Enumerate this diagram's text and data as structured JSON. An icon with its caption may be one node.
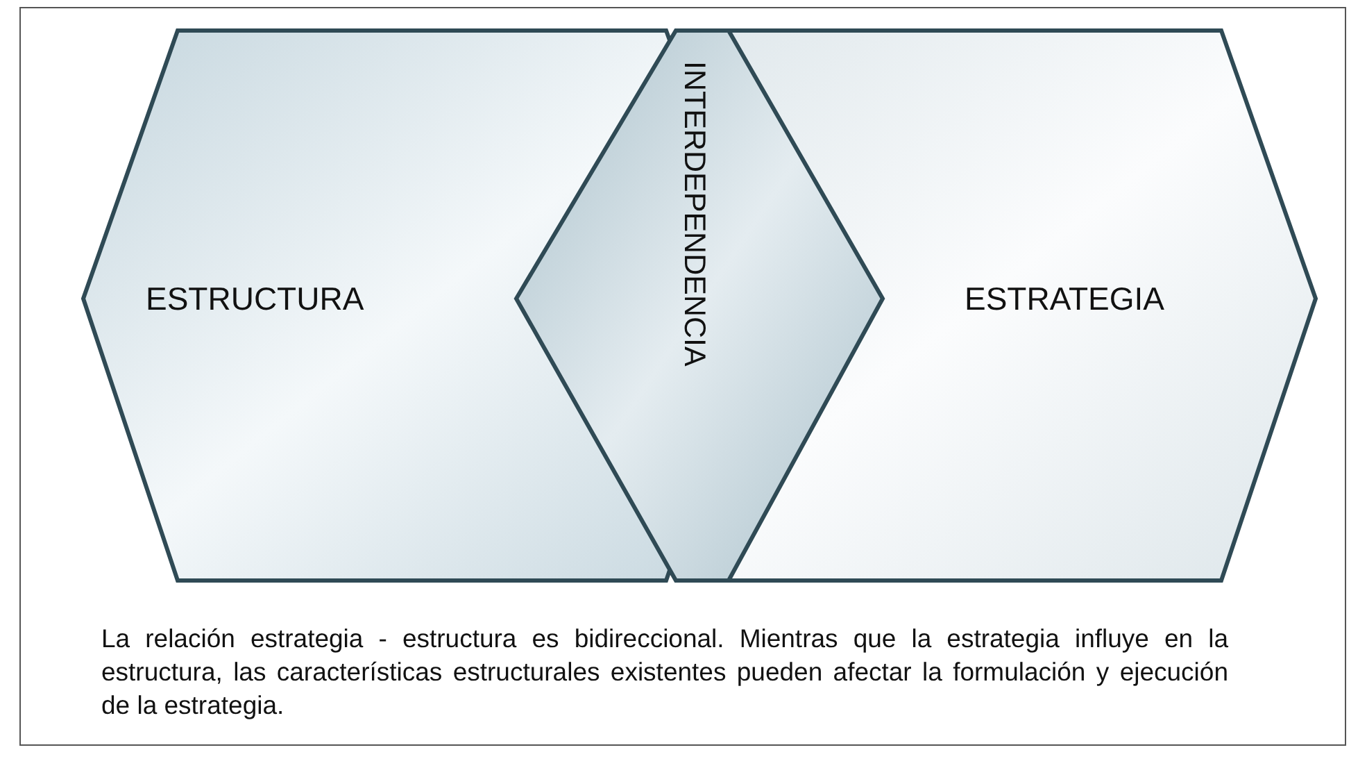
{
  "diagram": {
    "nodes": [
      {
        "text": [
          "ESTRUCTURA"
        ]
      },
      {
        "text": [
          "INTERDEPENDENCIA"
        ]
      },
      {
        "text": [
          "ESTRATEGIA"
        ]
      }
    ],
    "caption": "La relación estrategia - estructura es bidireccional. Mientras que la estrategia influye en la estructura, las características estructurales existentes pueden afectar la formulación y ejecución de la estrategia."
  }
}
